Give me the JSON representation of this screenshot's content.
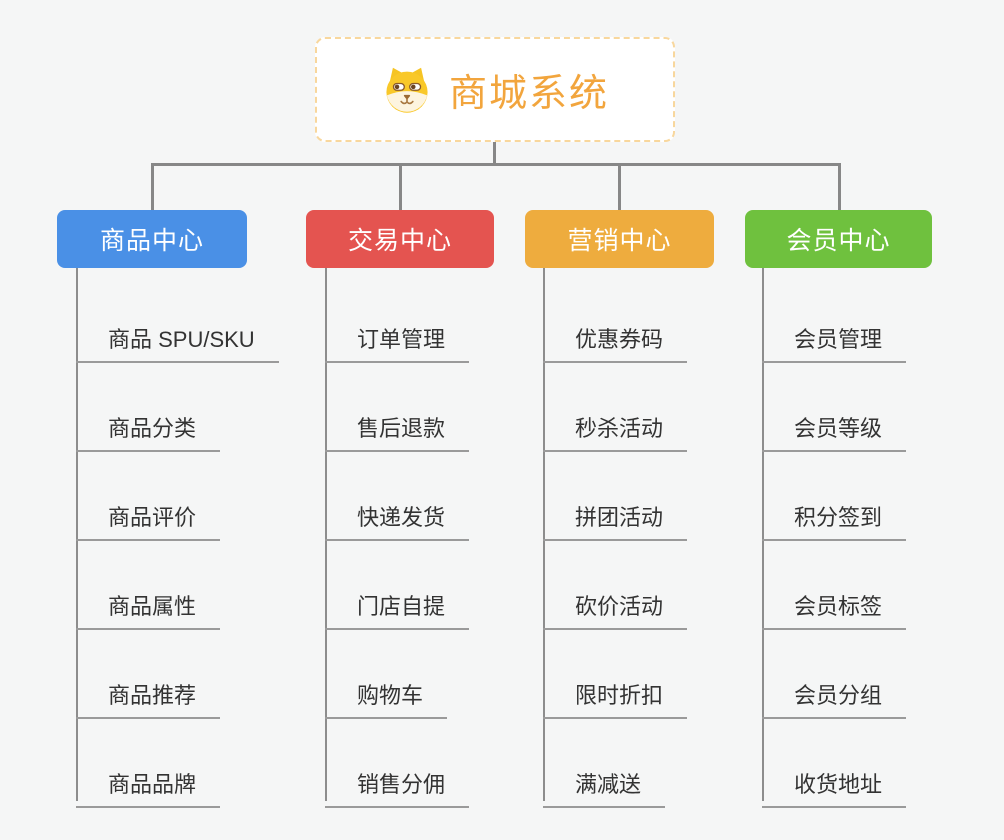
{
  "root": {
    "title": "商城系统",
    "icon": "dog-face-emoji"
  },
  "colors": {
    "background": "#f5f6f6",
    "root_text": "#f2a53d",
    "root_border": "#f8d79d",
    "connector_line": "#878787",
    "leaf_underline": "#9a9a9a",
    "leaf_text": "#333333"
  },
  "branches": [
    {
      "label": "商品中心",
      "color": "#4a90e6",
      "items": [
        "商品 SPU/SKU",
        "商品分类",
        "商品评价",
        "商品属性",
        "商品推荐",
        "商品品牌"
      ]
    },
    {
      "label": "交易中心",
      "color": "#e45450",
      "items": [
        "订单管理",
        "售后退款",
        "快递发货",
        "门店自提",
        "购物车",
        "销售分佣"
      ]
    },
    {
      "label": "营销中心",
      "color": "#eeac3e",
      "items": [
        "优惠券码",
        "秒杀活动",
        "拼团活动",
        "砍价活动",
        "限时折扣",
        "满减送"
      ]
    },
    {
      "label": "会员中心",
      "color": "#6fc13e",
      "items": [
        "会员管理",
        "会员等级",
        "积分签到",
        "会员标签",
        "会员分组",
        "收货地址"
      ]
    }
  ]
}
